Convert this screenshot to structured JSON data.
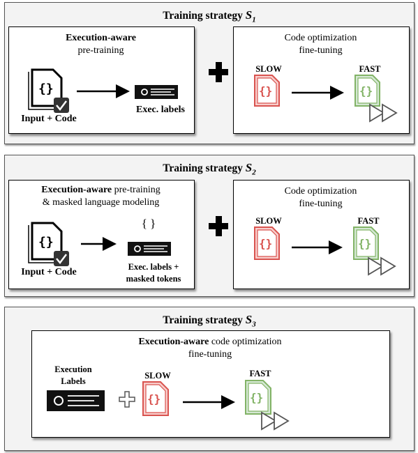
{
  "strategies": [
    {
      "title_prefix": "Training strategy ",
      "title_symbol": "S",
      "title_subscript": "1",
      "left": {
        "bold": "Execution-aware",
        "normal": "pre-training"
      },
      "input_label": "Input + Code",
      "output_label": "Exec. labels",
      "right": {
        "line1": "Code optimization",
        "line2": "fine-tuning"
      },
      "slow_label": "SLOW",
      "fast_label": "FAST"
    },
    {
      "title_prefix": "Training strategy ",
      "title_symbol": "S",
      "title_subscript": "2",
      "left": {
        "bold": "Execution-aware",
        "normal": " pre-training",
        "line2": "& masked language modeling",
        "braces": "{ }"
      },
      "input_label": "Input + Code",
      "output_label_line1": "Exec. labels +",
      "output_label_line2": "masked tokens",
      "right": {
        "line1": "Code optimization",
        "line2": "fine-tuning"
      },
      "slow_label": "SLOW",
      "fast_label": "FAST"
    },
    {
      "title_prefix": "Training strategy ",
      "title_symbol": "S",
      "title_subscript": "3",
      "inner": {
        "bold": "Execution-aware",
        "normal": " code optimization",
        "line2": "fine-tuning"
      },
      "exec_label_line1": "Execution",
      "exec_label_line2": "Labels",
      "slow_label": "SLOW",
      "fast_label": "FAST"
    }
  ],
  "colors": {
    "slow_stroke": "#d9534f",
    "slow_fill": "#f8cecc",
    "fast_stroke": "#82b366",
    "fast_fill": "#d5e8d4",
    "panel_bg": "#f3f3f3"
  }
}
